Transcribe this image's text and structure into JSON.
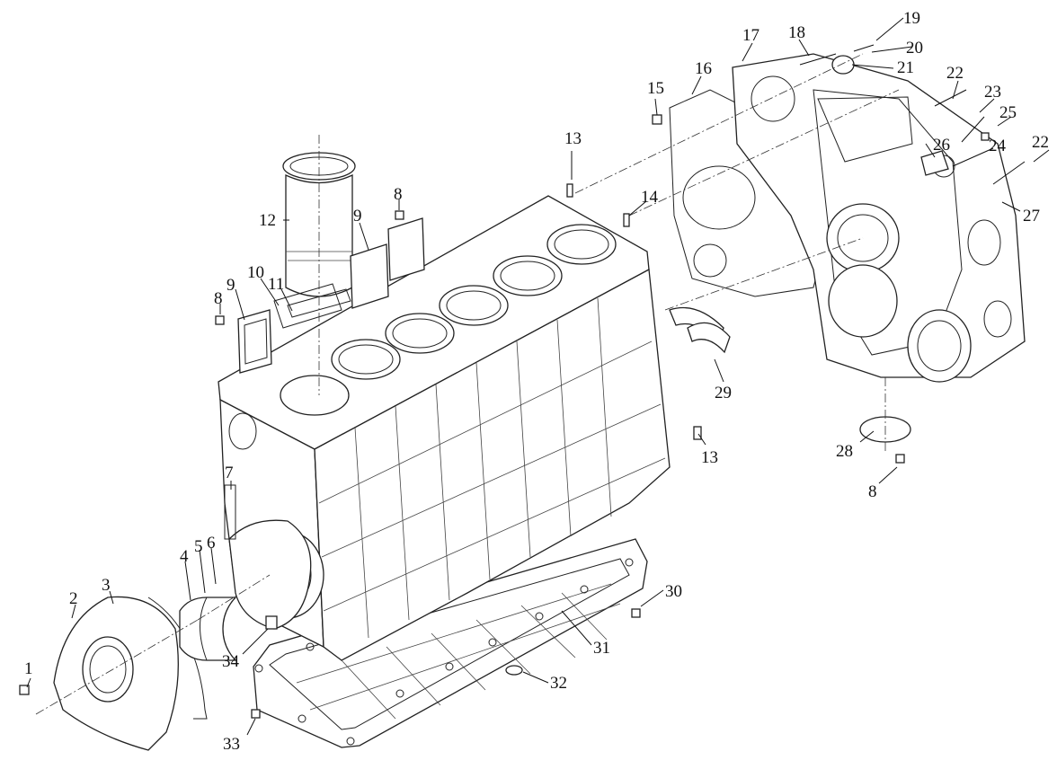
{
  "diagram": {
    "title": "",
    "callouts": [
      {
        "id": "c1",
        "label": "1"
      },
      {
        "id": "c2",
        "label": "2"
      },
      {
        "id": "c3",
        "label": "3"
      },
      {
        "id": "c4",
        "label": "4"
      },
      {
        "id": "c5",
        "label": "5"
      },
      {
        "id": "c6",
        "label": "6"
      },
      {
        "id": "c7",
        "label": "7"
      },
      {
        "id": "c8a",
        "label": "8"
      },
      {
        "id": "c8b",
        "label": "8"
      },
      {
        "id": "c8c",
        "label": "8"
      },
      {
        "id": "c9a",
        "label": "9"
      },
      {
        "id": "c9b",
        "label": "9"
      },
      {
        "id": "c10",
        "label": "10"
      },
      {
        "id": "c11",
        "label": "11"
      },
      {
        "id": "c12",
        "label": "12"
      },
      {
        "id": "c13a",
        "label": "13"
      },
      {
        "id": "c13b",
        "label": "13"
      },
      {
        "id": "c14",
        "label": "14"
      },
      {
        "id": "c15",
        "label": "15"
      },
      {
        "id": "c16",
        "label": "16"
      },
      {
        "id": "c17",
        "label": "17"
      },
      {
        "id": "c18",
        "label": "18"
      },
      {
        "id": "c19",
        "label": "19"
      },
      {
        "id": "c20",
        "label": "20"
      },
      {
        "id": "c21",
        "label": "21"
      },
      {
        "id": "c22a",
        "label": "22"
      },
      {
        "id": "c22b",
        "label": "22"
      },
      {
        "id": "c23",
        "label": "23"
      },
      {
        "id": "c24",
        "label": "24"
      },
      {
        "id": "c25",
        "label": "25"
      },
      {
        "id": "c26",
        "label": "26"
      },
      {
        "id": "c27",
        "label": "27"
      },
      {
        "id": "c28",
        "label": "28"
      },
      {
        "id": "c29",
        "label": "29"
      },
      {
        "id": "c30",
        "label": "30"
      },
      {
        "id": "c31",
        "label": "31"
      },
      {
        "id": "c32",
        "label": "32"
      },
      {
        "id": "c33",
        "label": "33"
      },
      {
        "id": "c34",
        "label": "34"
      }
    ]
  }
}
